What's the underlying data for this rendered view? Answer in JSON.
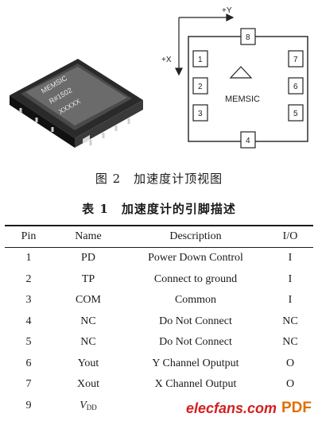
{
  "figure": {
    "chip_marking_lines": [
      "MEMSIC",
      "R#1502",
      "XXXXX"
    ],
    "pinout": {
      "axis_y_label": "+Y",
      "axis_x_label": "+X",
      "brand": "MEMSIC",
      "pin_numbers": [
        "1",
        "2",
        "3",
        "4",
        "5",
        "6",
        "7",
        "8"
      ]
    },
    "caption": "图 2　加速度计顶视图"
  },
  "table": {
    "title": "表 1　加速度计的引脚描述",
    "headers": [
      "Pin",
      "Name",
      "Description",
      "I/O"
    ],
    "rows": [
      {
        "pin": "1",
        "name": "PD",
        "desc": "Power Down Control",
        "io": "I"
      },
      {
        "pin": "2",
        "name": "TP",
        "desc": "Connect to ground",
        "io": "I"
      },
      {
        "pin": "3",
        "name": "COM",
        "desc": "Common",
        "io": "I"
      },
      {
        "pin": "4",
        "name": "NC",
        "desc": "Do Not Connect",
        "io": "NC"
      },
      {
        "pin": "5",
        "name": "NC",
        "desc": "Do Not Connect",
        "io": "NC"
      },
      {
        "pin": "6",
        "name": "Yout",
        "desc": "Y Channel Oputput",
        "io": "O"
      },
      {
        "pin": "7",
        "name": "Xout",
        "desc": "X Channel Output",
        "io": "O"
      },
      {
        "pin": "9",
        "name": "V",
        "name_sub": "DD",
        "desc": "",
        "io": ""
      }
    ]
  },
  "watermark": {
    "site": "elecfans.com",
    "brand": "PDF"
  }
}
